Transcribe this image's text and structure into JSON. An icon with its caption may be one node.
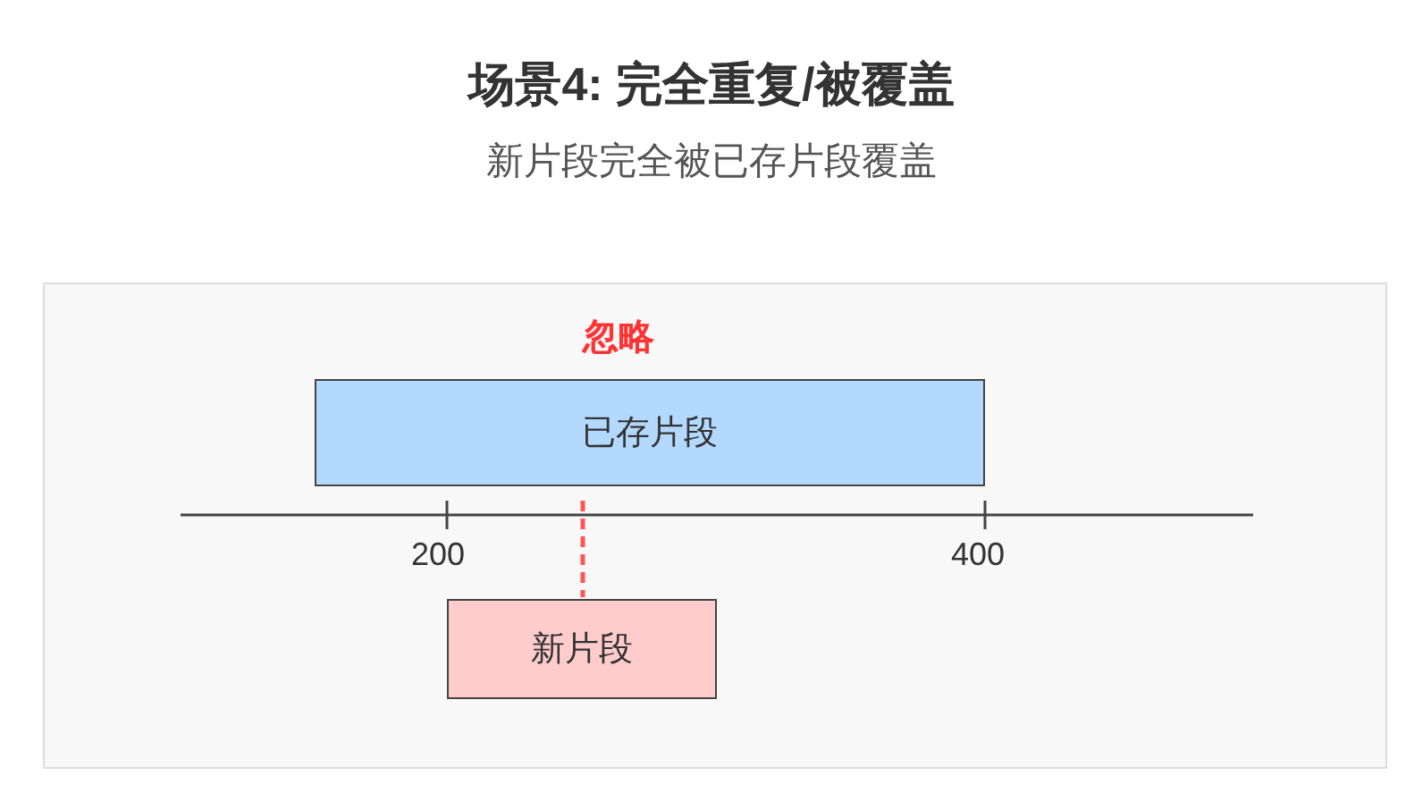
{
  "diagram": {
    "title": "场景4: 完全重复/被覆盖",
    "nodes": [
      {
        "text": [],
        "shape": "box"
      },
      {
        "text": [
          "已存片段"
        ],
        "in": 0
      },
      {
        "text": [
          "新片段"
        ],
        "in": 0
      }
    ],
    "edges": [],
    "labels": [
      "新片段完全被已存片段覆盖",
      "忽略",
      "200",
      "400"
    ]
  }
}
